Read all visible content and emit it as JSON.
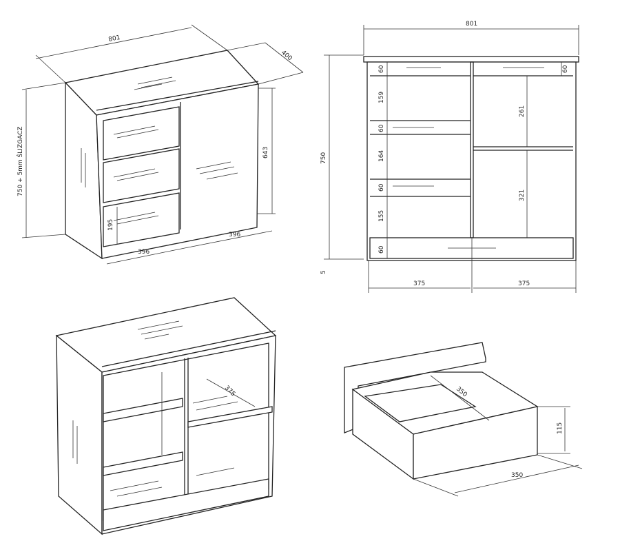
{
  "iso_view": {
    "width": "801",
    "depth": "400",
    "height": "750 + 5mm ŚLIZGACZ",
    "door_height": "643",
    "drawer_height": "195",
    "left_width": "396",
    "right_width": "396"
  },
  "front_view": {
    "width": "801",
    "height": "750",
    "glide": "5",
    "left": [
      "60",
      "159",
      "60",
      "164",
      "60",
      "155"
    ],
    "bottom": "60",
    "right_top": "60",
    "right_mid": "261",
    "right_low": "321",
    "col_left": "375",
    "col_right": "375"
  },
  "open_view": {
    "shelf_depth": "375"
  },
  "drawer_view": {
    "depth": "350",
    "height": "115",
    "width": "350"
  }
}
